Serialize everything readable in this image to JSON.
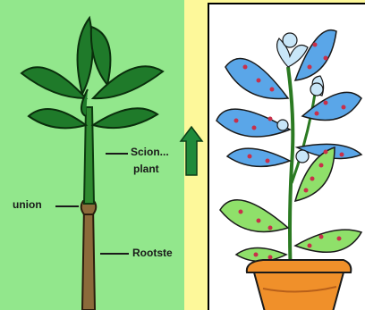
{
  "labels": {
    "scion_line1": "Scion...",
    "scion_line2": "plant",
    "union": "union",
    "rootstock": "Rootste"
  },
  "icons": {
    "arrow": "up-arrow-icon",
    "left_figure": "grafted-plant-icon",
    "right_figure": "potted-flowering-plant-icon"
  },
  "colors": {
    "background": "#fdf89a",
    "left_panel": "#92e78c",
    "arrow": "#1f8a3a",
    "leaf_dark": "#1f7a2a",
    "stem": "#8b6a3a",
    "leaf_blue": "#5aa6e8",
    "leaf_green": "#8fe06a",
    "dot_red": "#c8304a",
    "pot": "#f0902a"
  }
}
